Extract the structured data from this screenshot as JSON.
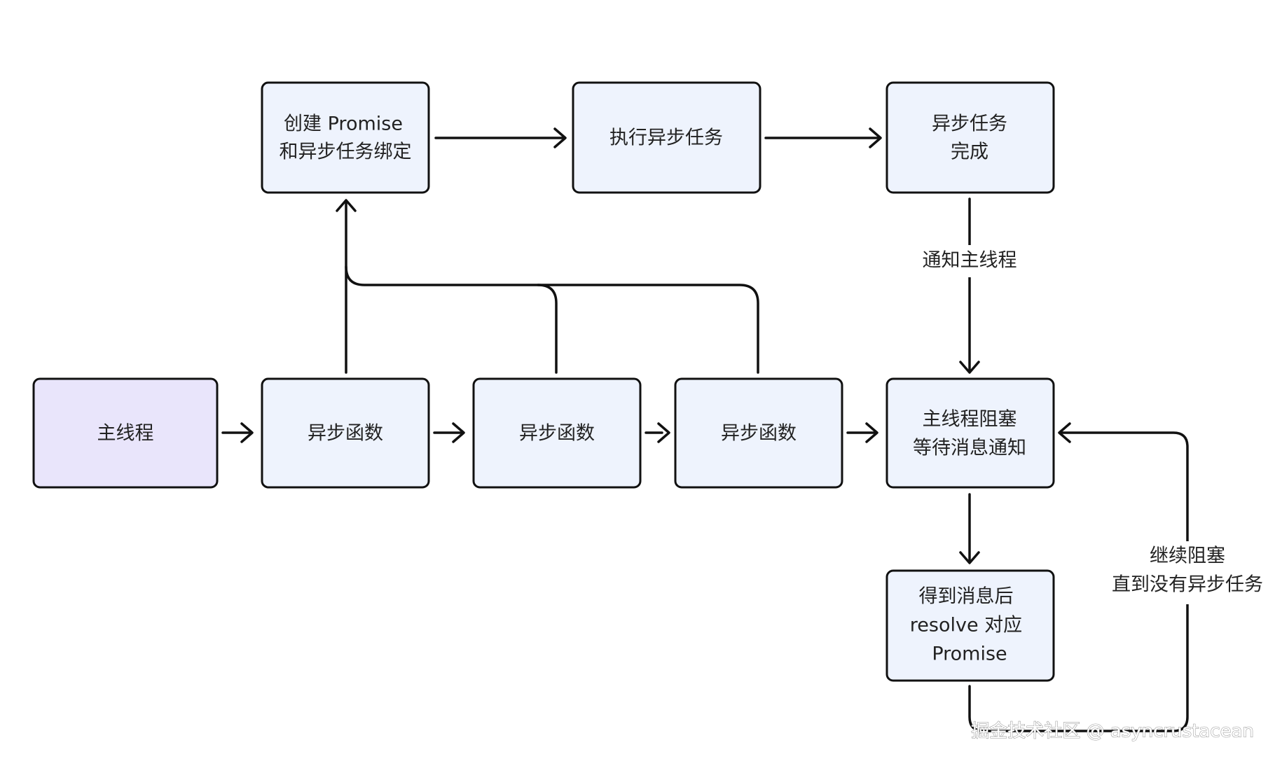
{
  "colors": {
    "main_fill": "#E9E5FB",
    "node_fill": "#EEF3FD",
    "stroke": "#111111",
    "text": "#222222"
  },
  "nodes": {
    "main_thread": {
      "lines": [
        "主线程"
      ]
    },
    "async_fn_1": {
      "lines": [
        "异步函数"
      ]
    },
    "async_fn_2": {
      "lines": [
        "异步函数"
      ]
    },
    "async_fn_3": {
      "lines": [
        "异步函数"
      ]
    },
    "create_promise": {
      "lines": [
        "创建  Promise",
        "和异步任务绑定"
      ]
    },
    "run_async_task": {
      "lines": [
        "执行异步任务"
      ]
    },
    "async_task_done": {
      "lines": [
        "异步任务",
        "完成"
      ]
    },
    "main_thread_blocked": {
      "lines": [
        "主线程阻塞",
        "等待消息通知"
      ]
    },
    "resolve_promise": {
      "lines": [
        "得到消息后",
        "resolve  对应",
        "Promise"
      ]
    }
  },
  "edge_labels": {
    "notify_main": [
      "通知主线程"
    ],
    "keep_blocking": [
      "继续阻塞",
      "直到没有异步任务"
    ]
  },
  "watermark": "掘金技术社区 @ asyncrustacean"
}
